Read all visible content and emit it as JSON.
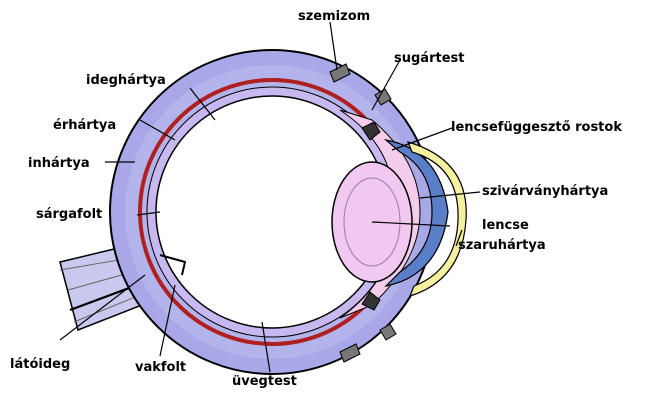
{
  "labels": {
    "szemizom": "szemizom",
    "sugartest": "sugártest",
    "ideghartya": "ideghártya",
    "erhartya": "érhártya",
    "lencsefuggeszto": "lencsefüggesztő rostok",
    "inhartya": "inhártya",
    "szivarvanyhartya": "szivárványhártya",
    "lencse": "lencse",
    "sargafolt": "sárgafolt",
    "szaruhartya": "szaruhártya",
    "latoideg": "látóideg",
    "vakfolt": "vakfolt",
    "uvegtest": "üvegtest"
  },
  "colors": {
    "sclera": "#a8a8e8",
    "choroid": "#b02020",
    "retina": "#c8b8f0",
    "vitreous": "#ffffff",
    "iris": "#5a7ec8",
    "lens": "#f0c8f0",
    "cornea": "#f5f0a0",
    "outline": "#000000"
  }
}
